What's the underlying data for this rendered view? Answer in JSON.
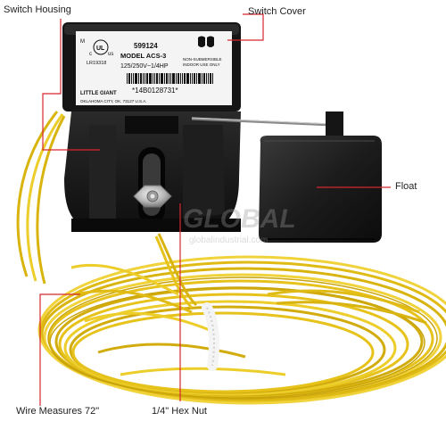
{
  "callouts": {
    "switch_housing": "Switch Housing",
    "switch_cover": "Switch Cover",
    "float": "Float",
    "wire": "Wire Measures 72\"",
    "hex_nut": "1/4\" Hex Nut"
  },
  "product_label": {
    "cert_prefix": "M",
    "cert_ul_c": "c",
    "cert_ul_us": "us",
    "cert_ul_mark": "UL",
    "cert_number": "LR19318",
    "part_number": "599124",
    "model": "MODEL ACS-3",
    "rating": "125/250V~1/4HP",
    "non_submersible": "NON-SUBMERSIBLE",
    "indoor_use": "INDOOR USE ONLY",
    "brand": "LITTLE GIANT",
    "serial": "*14B0128731*",
    "address": "OKLAHOMA CITY, OK. 73127 U.S.A."
  },
  "watermark": {
    "brand": "GLOBAL",
    "site": "globalindustrial.com"
  },
  "colors": {
    "callout_line": "#d7262e",
    "housing": "#1a1a1a",
    "wire": "#e6c21a",
    "label_bg": "#f4f4f4"
  }
}
